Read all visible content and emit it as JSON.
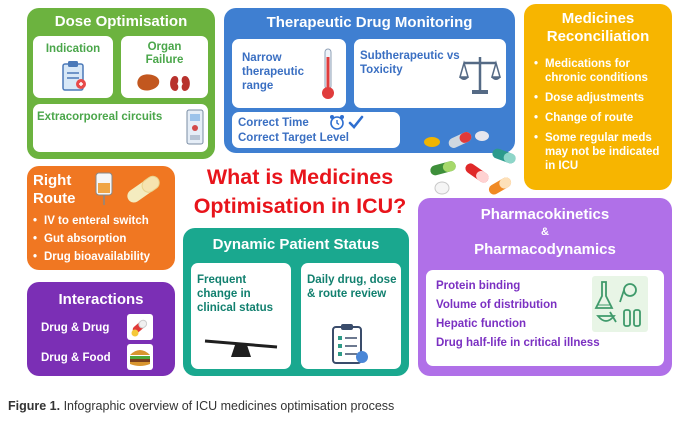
{
  "dose": {
    "title": "Dose Optimisation",
    "indication": "Indication",
    "organ_failure": "Organ Failure",
    "extracorporeal": "Extracorporeal circuits"
  },
  "tdm": {
    "title": "Therapeutic Drug Monitoring",
    "narrow": "Narrow therapeutic range",
    "subtherapeutic": "Subtherapeutic vs Toxicity",
    "correct_time": "Correct Time",
    "correct_target": "Correct Target Level"
  },
  "recon": {
    "title": "Medicines Reconciliation",
    "items": [
      "Medications for chronic conditions",
      "Dose adjustments",
      "Change of route",
      "Some regular meds may not be indicated in ICU"
    ]
  },
  "route": {
    "title": "Right Route",
    "items": [
      "IV to enteral switch",
      "Gut absorption",
      "Drug bioavailability"
    ]
  },
  "center": {
    "title": "What is Medicines Optimisation in ICU?"
  },
  "dynamic": {
    "title": "Dynamic Patient Status",
    "frequent": "Frequent change in clinical status",
    "daily": "Daily drug, dose & route review"
  },
  "interactions": {
    "title": "Interactions",
    "drug_drug": "Drug & Drug",
    "drug_food": "Drug & Food"
  },
  "pkpd": {
    "title1": "Pharmacokinetics",
    "amp": "&",
    "title2": "Pharmacodynamics",
    "items": [
      "Protein binding",
      "Volume of distribution",
      "Hepatic function",
      "Drug half-life in critical illness"
    ]
  },
  "caption": {
    "label": "Figure 1.",
    "text": "Infographic overview of ICU medicines optimisation process"
  },
  "colors": {
    "dose": "#6cb33f",
    "tdm": "#3f7fd1",
    "recon": "#f7b500",
    "route": "#f07722",
    "dynamic": "#1aa88f",
    "interactions": "#7b2fb5",
    "pkpd": "#b070e8",
    "center_text": "#e8141b"
  }
}
